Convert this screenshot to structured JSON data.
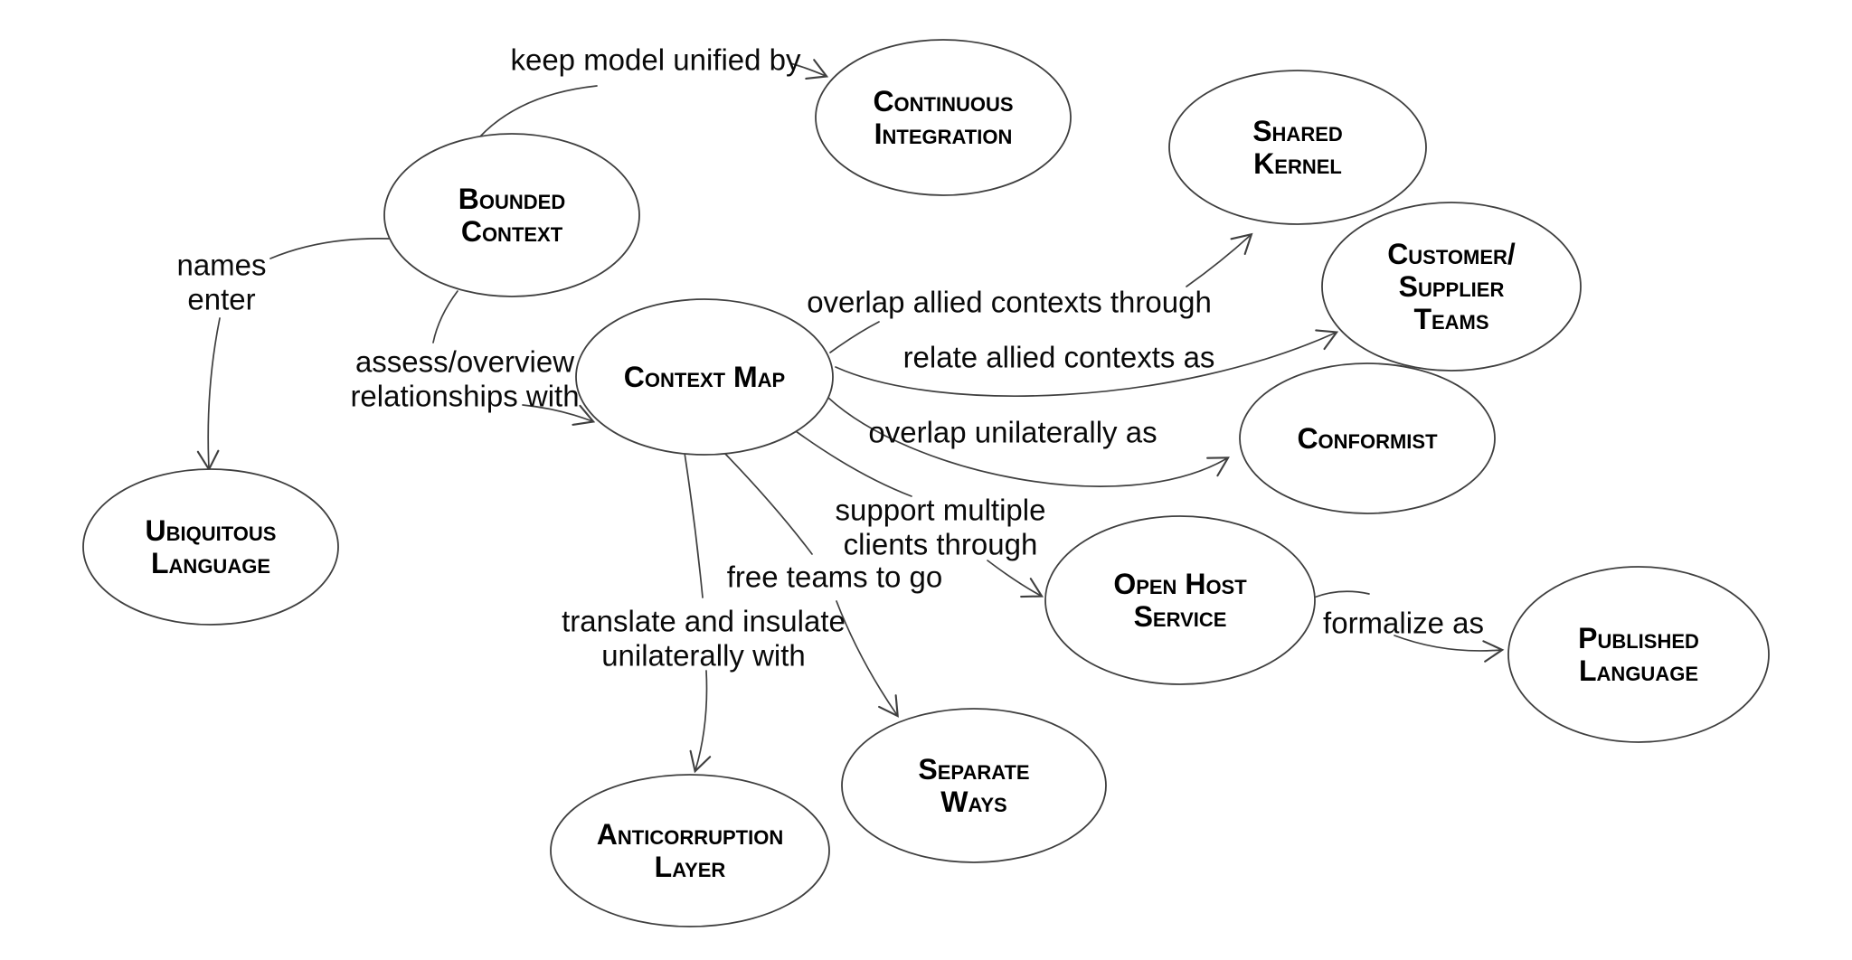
{
  "page": {
    "background_color": "#ffffff",
    "line_color": "#3f3f3f",
    "text_color": "#000000"
  },
  "diagram": {
    "type": "concept-map",
    "nodes": [
      {
        "id": "bounded-context",
        "label": "Bounded Context",
        "lines": [
          "Bounded",
          "Context"
        ]
      },
      {
        "id": "continuous-integration",
        "label": "Continuous Integration",
        "lines": [
          "Continuous",
          "Integration"
        ]
      },
      {
        "id": "shared-kernel",
        "label": "Shared Kernel",
        "lines": [
          "Shared",
          "Kernel"
        ]
      },
      {
        "id": "customer-supplier-teams",
        "label": "Customer/Supplier Teams",
        "lines": [
          "Customer/",
          "Supplier",
          "Teams"
        ]
      },
      {
        "id": "context-map",
        "label": "Context Map",
        "lines": [
          "Context Map"
        ]
      },
      {
        "id": "conformist",
        "label": "Conformist",
        "lines": [
          "Conformist"
        ]
      },
      {
        "id": "ubiquitous-language",
        "label": "Ubiquitous Language",
        "lines": [
          "Ubiquitous",
          "Language"
        ]
      },
      {
        "id": "open-host-service",
        "label": "Open Host Service",
        "lines": [
          "Open Host",
          "Service"
        ]
      },
      {
        "id": "published-language",
        "label": "Published Language",
        "lines": [
          "Published",
          "Language"
        ]
      },
      {
        "id": "separate-ways",
        "label": "Separate Ways",
        "lines": [
          "Separate",
          "Ways"
        ]
      },
      {
        "id": "anticorruption-layer",
        "label": "Anticorruption Layer",
        "lines": [
          "Anticorruption",
          "Layer"
        ]
      }
    ],
    "edges": [
      {
        "id": "keep-model-unified-by",
        "from": "bounded-context",
        "to": "continuous-integration",
        "label": "keep model unified by",
        "lines": [
          "keep model unified by"
        ]
      },
      {
        "id": "names-enter",
        "from": "bounded-context",
        "to": "ubiquitous-language",
        "label": "names enter",
        "lines": [
          "names",
          "enter"
        ]
      },
      {
        "id": "assess-overview-relationships-with",
        "from": "bounded-context",
        "to": "context-map",
        "label": "assess/overview relationships with",
        "lines": [
          "assess/overview",
          "relationships with"
        ]
      },
      {
        "id": "overlap-allied-contexts-through",
        "from": "context-map",
        "to": "shared-kernel",
        "label": "overlap allied contexts through",
        "lines": [
          "overlap allied contexts through"
        ]
      },
      {
        "id": "relate-allied-contexts-as",
        "from": "context-map",
        "to": "customer-supplier-teams",
        "label": "relate allied contexts as",
        "lines": [
          "relate allied contexts as"
        ]
      },
      {
        "id": "overlap-unilaterally-as",
        "from": "context-map",
        "to": "conformist",
        "label": "overlap unilaterally as",
        "lines": [
          "overlap unilaterally as"
        ]
      },
      {
        "id": "support-multiple-clients-through",
        "from": "context-map",
        "to": "open-host-service",
        "label": "support multiple clients through",
        "lines": [
          "support multiple",
          "clients through"
        ]
      },
      {
        "id": "free-teams-to-go",
        "from": "context-map",
        "to": "separate-ways",
        "label": "free teams to go",
        "lines": [
          "free teams to go"
        ]
      },
      {
        "id": "translate-and-insulate-unilaterally-with",
        "from": "context-map",
        "to": "anticorruption-layer",
        "label": "translate and insulate unilaterally with",
        "lines": [
          "translate and insulate",
          "unilaterally with"
        ]
      },
      {
        "id": "formalize-as",
        "from": "open-host-service",
        "to": "published-language",
        "label": "formalize as",
        "lines": [
          "formalize as"
        ]
      }
    ]
  }
}
